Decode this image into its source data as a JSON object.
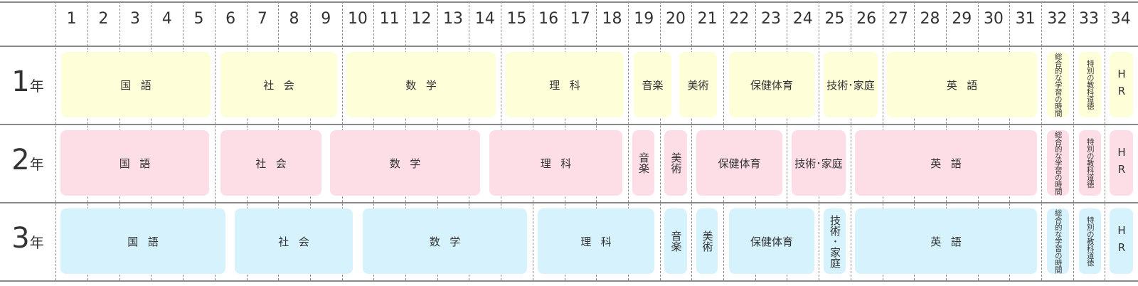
{
  "columns": [
    "1",
    "2",
    "3",
    "4",
    "5",
    "6",
    "7",
    "8",
    "9",
    "10",
    "11",
    "12",
    "13",
    "14",
    "15",
    "16",
    "17",
    "18",
    "19",
    "20",
    "21",
    "22",
    "23",
    "24",
    "25",
    "26",
    "27",
    "28",
    "29",
    "30",
    "31",
    "32",
    "33",
    "34"
  ],
  "colors": {
    "grade1": "#fefed9",
    "grade2": "#fddde6",
    "grade3": "#d5f2fd",
    "grid": "#8a8a8a"
  },
  "grades": [
    {
      "num": "1",
      "unit": "年",
      "subjects": [
        "国語",
        "社会",
        "数学",
        "理科",
        "音楽",
        "美術",
        "保健体育",
        "技術･家庭",
        "英語",
        "総合的な学習の時間",
        "特別の教科道徳",
        "HR"
      ]
    },
    {
      "num": "2",
      "unit": "年",
      "subjects": [
        "国語",
        "社会",
        "数学",
        "理科",
        "音楽",
        "美術",
        "保健体育",
        "技術･家庭",
        "英語",
        "総合的な学習の時間",
        "特別の教科道徳",
        "HR"
      ]
    },
    {
      "num": "3",
      "unit": "年",
      "subjects": [
        "国語",
        "社会",
        "数学",
        "理科",
        "音楽",
        "美術",
        "保健体育",
        "技術･家庭",
        "英語",
        "総合的な学習の時間",
        "特別の教科道徳",
        "HR"
      ]
    }
  ]
}
